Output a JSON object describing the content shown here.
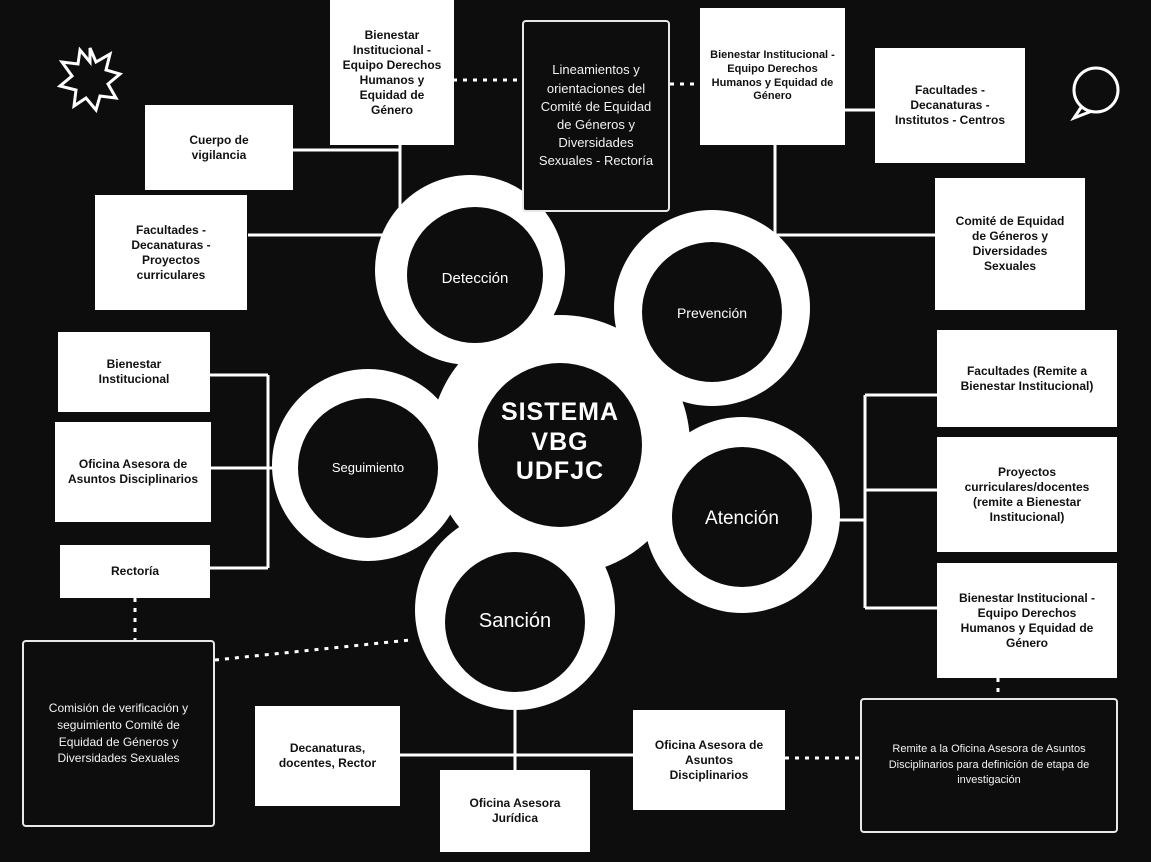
{
  "center": {
    "label": "SISTEMA VBG UDFJC"
  },
  "nodes": {
    "deteccion": "Detección",
    "prevencion": "Prevención",
    "seguimiento": "Seguimiento",
    "atencion": "Atención",
    "sancion": "Sanción"
  },
  "boxes": {
    "bienestar_top_left": "Bienestar Institucional - Equipo Derechos Humanos y Equidad de Género",
    "lineamientos": "Lineamientos y orientaciones del Comité de Equidad de Géneros y Diversidades Sexuales - Rectoría",
    "bienestar_top_right": "Bienestar Institucional - Equipo Derechos Humanos y Equidad de Género",
    "cuerpo_vigilancia": "Cuerpo de vigilancia",
    "facultades_proyectos": "Facultades - Decanaturas - Proyectos curriculares",
    "facultades_institutos": "Facultades - Decanaturas - Institutos - Centros",
    "comite_equidad": "Comité de Equidad de Géneros y Diversidades Sexuales",
    "bienestar_left": "Bienestar Institucional",
    "oficina_disciplinarios_left": "Oficina Asesora de Asuntos Disciplinarios",
    "rectoria": "Rectoría",
    "comision": "Comisión de verificación y seguimiento Comité de Equidad de Géneros y Diversidades Sexuales",
    "facultades_remite": "Facultades (Remite a Bienestar Institucional)",
    "proyectos_docentes": "Proyectos curriculares/docentes (remite a Bienestar Institucional)",
    "bienestar_right": "Bienestar Institucional - Equipo Derechos Humanos y Equidad de Género",
    "decanaturas": "Decanaturas, docentes, Rector",
    "oficina_juridica": "Oficina Asesora Jurídica",
    "oficina_disciplinarios_bottom": "Oficina Asesora de Asuntos Disciplinarios",
    "remite": "Remite a la Oficina Asesora de Asuntos Disciplinarios para definición de etapa de investigación"
  },
  "icons": {
    "top_left": "sunburst-icon",
    "top_right": "speech-bubble-icon"
  },
  "colors": {
    "background": "#0d0d0d",
    "box": "#ffffff",
    "circle": "#0d0d0d",
    "line": "#ffffff"
  }
}
